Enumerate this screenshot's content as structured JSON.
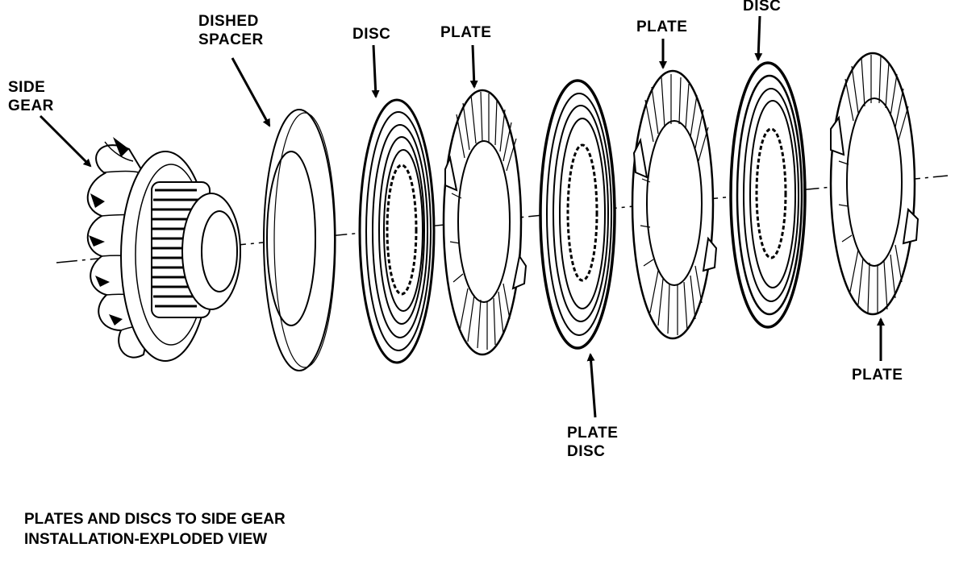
{
  "labels": {
    "side_gear": [
      "SIDE",
      "GEAR"
    ],
    "dished_spacer": [
      "DISHED",
      "SPACER"
    ],
    "disc_1": "DISC",
    "plate_1": "PLATE",
    "plate_disc": [
      "PLATE",
      "DISC"
    ],
    "plate_2": "PLATE",
    "disc_2": "DISC",
    "plate_3": "PLATE"
  },
  "caption": [
    "PLATES AND DISCS TO SIDE GEAR",
    "INSTALLATION-EXPLODED VIEW"
  ],
  "colors": {
    "ink": "#000000",
    "paper": "#ffffff"
  }
}
